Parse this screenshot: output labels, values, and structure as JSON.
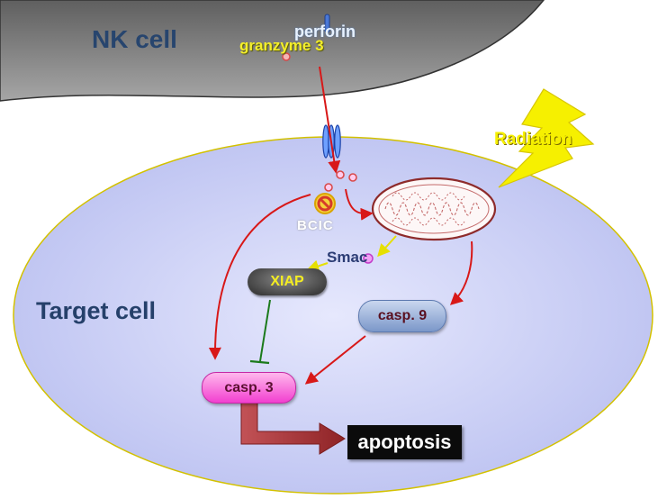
{
  "labels": {
    "nk_cell": "NK cell",
    "perforin": "perforin",
    "granzyme": "granzyme 3",
    "radiation": "Radiation",
    "target_cell": "Target cell",
    "smac": "Smac",
    "bcl": "BCIC",
    "xiap": "XIAP",
    "casp9": "casp. 9",
    "casp3": "casp. 3",
    "apoptosis": "apoptosis"
  },
  "colors": {
    "nk_membrane": "#8a8a8a",
    "target_cytoplasm": "#cfd4f7",
    "activation_arrow": "#d81818",
    "inhibition_line": "#1b7a1b",
    "smac_arrow": "#e6e000",
    "apoptosis_arrow": "#b8383c",
    "lightning": "#f6f000"
  }
}
